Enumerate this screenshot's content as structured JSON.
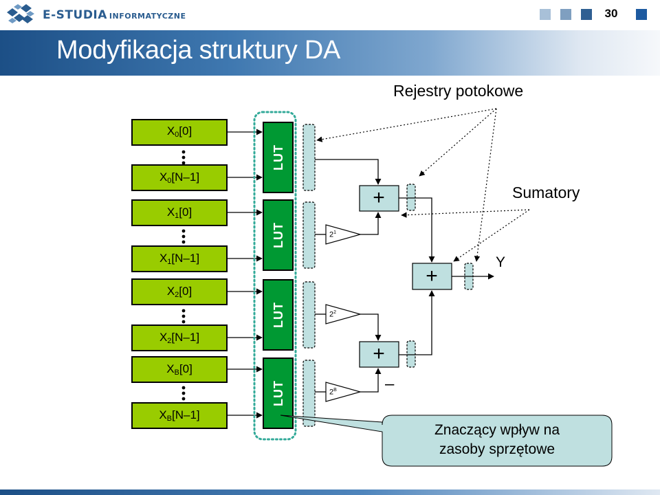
{
  "header": {
    "brand_main": "E-STUDIA",
    "brand_sub": "INFORMATYCZNE",
    "page_number": "30",
    "logo_icon": "e-studia-logo-icon",
    "accent_colors": [
      "#a8c0d8",
      "#7f9fc0",
      "#2f5f92",
      "#1d5aa0"
    ]
  },
  "title": "Modyfikacja struktury DA",
  "inputs": [
    {
      "var": "X",
      "sub": "0",
      "idx": "[0]"
    },
    {
      "var": "X",
      "sub": "0",
      "idx": "[N–1]"
    },
    {
      "var": "X",
      "sub": "1",
      "idx": "[0]"
    },
    {
      "var": "X",
      "sub": "1",
      "idx": "[N–1]"
    },
    {
      "var": "X",
      "sub": "2",
      "idx": "[0]"
    },
    {
      "var": "X",
      "sub": "2",
      "idx": "[N–1]"
    },
    {
      "var": "X",
      "sub": "B",
      "idx": "[0]"
    },
    {
      "var": "X",
      "sub": "B",
      "idx": "[N–1]"
    }
  ],
  "lut": {
    "label": "LUT"
  },
  "gains": [
    {
      "base": "2",
      "exp": "1"
    },
    {
      "base": "2",
      "exp": "2"
    },
    {
      "base": "2",
      "exp": "B"
    }
  ],
  "adders": {
    "symbol": "+"
  },
  "minus_sign": "–",
  "output_label": "Y",
  "annotations": {
    "registers": "Rejestry potokowe",
    "adders": "Sumatory"
  },
  "callout": {
    "line1": "Znaczący wpływ na",
    "line2": "zasoby sprzętowe"
  },
  "colors": {
    "input_fill": "#99cc00",
    "lut_fill": "#009933",
    "adder_fill": "#bfe0e0",
    "register_fill": "#bfe0e0",
    "lut_group_border": "#33aa99",
    "callout_fill": "#bfe0e0"
  }
}
